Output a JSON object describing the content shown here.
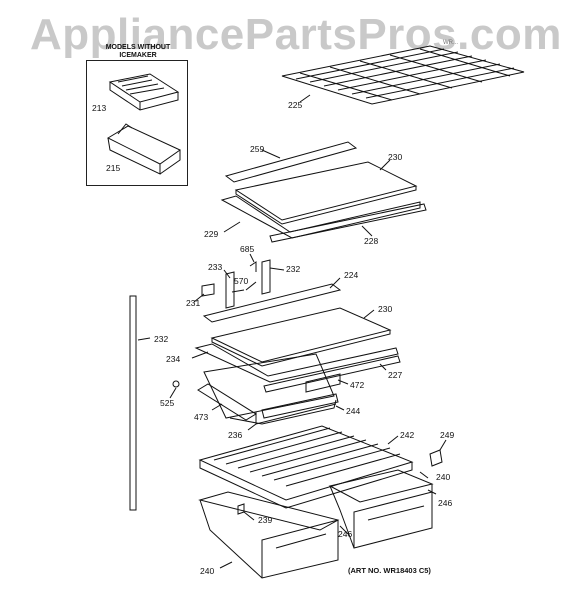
{
  "watermark": "AppliancePartsPros.com",
  "inset": {
    "title_line1": "MODELS WITHOUT",
    "title_line2": "ICEMAKER"
  },
  "labels": {
    "p213": "213",
    "p215": "215",
    "p225": "225",
    "p259": "259",
    "p230a": "230",
    "p229": "229",
    "p228": "228",
    "p685": "685",
    "p233": "233",
    "p570": "570",
    "p232a": "232",
    "p224": "224",
    "p231": "231",
    "p232b": "232",
    "p230b": "230",
    "p234": "234",
    "p227": "227",
    "p472": "472",
    "p525": "525",
    "p473": "473",
    "p244": "244",
    "p236": "236",
    "p242": "242",
    "p249": "249",
    "p240a": "240",
    "p246a": "246",
    "p239": "239",
    "p246b": "246",
    "p240b": "240"
  },
  "art_number": "(ART NO. WR18403 C5)",
  "corner_code": "WR..."
}
